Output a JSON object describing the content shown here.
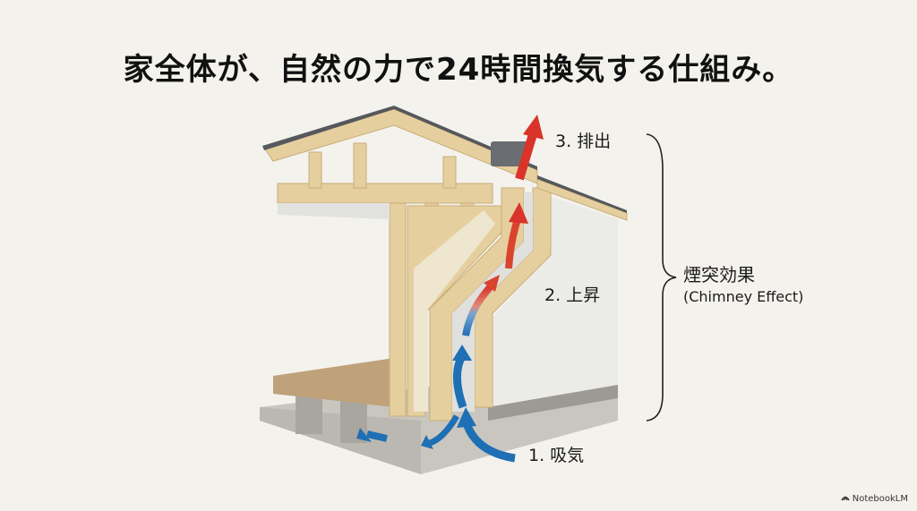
{
  "title": "家全体が、自然の力で24時間換気する仕組み。",
  "steps": [
    {
      "label": "1. 吸気",
      "color": "#1f6fb5"
    },
    {
      "label": "2. 上昇",
      "color": "#d9442e"
    },
    {
      "label": "3. 排出",
      "color": "#d9332a"
    }
  ],
  "effect": {
    "jp": "煙突効果",
    "en": "(Chimney Effect)"
  },
  "brand": {
    "name": "NotebookLM",
    "icon": "notebooklm-logo-icon"
  },
  "colors": {
    "background": "#f4f2ed",
    "wood": "#e6cf9f",
    "wall": "#eeeeec",
    "concrete": "#c9c6c0",
    "cool_air": "#1f6fb5",
    "warm_air": "#d9332a"
  }
}
